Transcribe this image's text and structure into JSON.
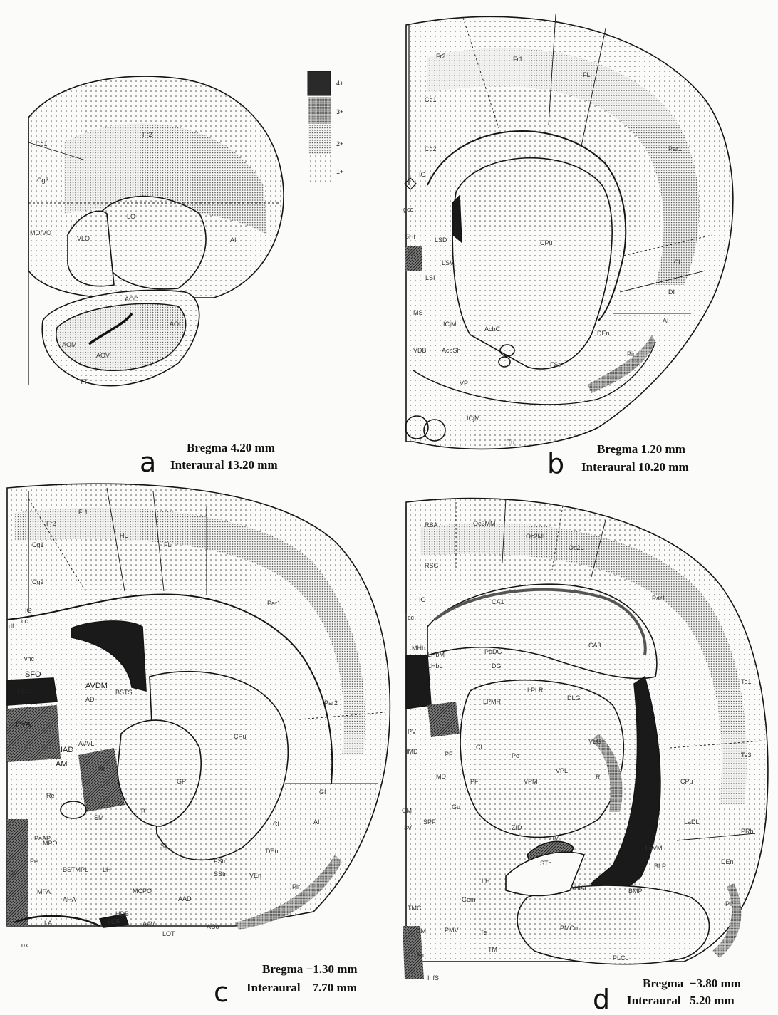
{
  "colors": {
    "paper": "#fbfbf9",
    "ink": "#151515",
    "dense": "#9a9a9a",
    "solid": "#1a1a1a"
  },
  "legend": {
    "levels": [
      "4+",
      "3+",
      "2+",
      "1+"
    ]
  },
  "panels": {
    "a": {
      "letter": "a",
      "bregma": "Bregma 4.20 mm",
      "interaural": "Interaural 13.20 mm",
      "regions": [
        "Fr2",
        "Cg1",
        "Cg3",
        "MO/VO",
        "VLO",
        "LO",
        "AI",
        "AOD",
        "AOL",
        "AOM",
        "AOV",
        "TT"
      ]
    },
    "b": {
      "letter": "b",
      "bregma": "Bregma 1.20 mm",
      "interaural": "Interaural 10.20 mm",
      "regions": [
        "Fr1",
        "Fr2",
        "FL",
        "Cg1",
        "Cg2",
        "IG",
        "Par1",
        "gcc",
        "SHi",
        "LSD",
        "LSV",
        "LSI",
        "CPu",
        "Cl",
        "DI",
        "AI",
        "DEn",
        "Pir",
        "MS",
        "ICjM",
        "AcbC",
        "VDB",
        "AcbSh",
        "FStr",
        "VP",
        "ICjM",
        "Tu"
      ]
    },
    "c": {
      "letter": "c",
      "bregma": "Bregma −1.30 mm",
      "interaural": "Interaural    7.70 mm",
      "regions": [
        "Fr2",
        "Fr1",
        "HL",
        "FL",
        "Cg1",
        "Cg2",
        "IG",
        "cc",
        "df",
        "vhc",
        "SFO",
        "LDV",
        "AVDM",
        "AD",
        "BSTS",
        "PVA",
        "IAD",
        "AVVL",
        "AM",
        "Rt",
        "Re",
        "Par1",
        "Par2",
        "CPu",
        "GP",
        "B",
        "SI",
        "GI",
        "AI",
        "Cl",
        "DEn",
        "SM",
        "BSTMPL",
        "3V",
        "Pe",
        "MPA",
        "AHA",
        "LA",
        "LH",
        "MCPO",
        "HDB",
        "AAD",
        "AAV",
        "LOT",
        "ACo",
        "SOR",
        "ox",
        "FStr",
        "SStr",
        "VEn",
        "Pir",
        "PaAP",
        "MPO"
      ]
    },
    "d": {
      "letter": "d",
      "bregma": "Bregma  −3.80 mm",
      "interaural": "Interaural   5.20 mm",
      "regions": [
        "RSA",
        "Oc2MM",
        "Oc2ML",
        "Oc2L",
        "RSG",
        "IG",
        "cc",
        "Par1",
        "CA1",
        "CA3",
        "PoDG",
        "DG",
        "MHb",
        "LHbM",
        "LHbL",
        "LPMR",
        "LPLR",
        "DLG",
        "VLG",
        "PV",
        "IMD",
        "PF",
        "CL",
        "Po",
        "MD",
        "PF",
        "VPL",
        "VPM",
        "Rt",
        "CM",
        "Gu",
        "SPF",
        "ZID",
        "ZIV",
        "STh",
        "3V",
        "LH",
        "Gem",
        "TMC",
        "DM",
        "PMV",
        "Te",
        "TM",
        "Arc",
        "InfS",
        "CPu",
        "LaDL",
        "LaVM",
        "BLP",
        "BMP",
        "AHiAL",
        "PMCo",
        "PLCo",
        "DEn",
        "Pir",
        "PRh",
        "Te1",
        "Te3"
      ]
    }
  }
}
